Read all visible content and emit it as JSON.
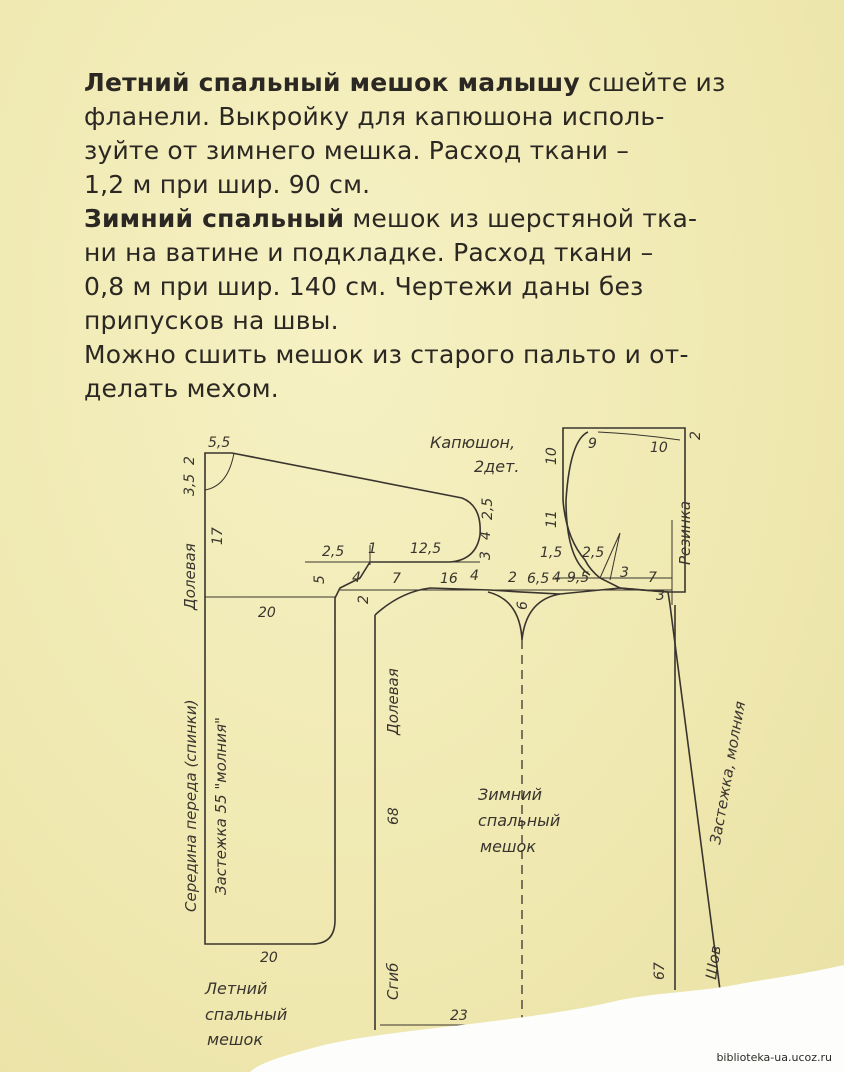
{
  "text": {
    "p1_lead": "Летний спальный мешок малышу",
    "p1_rest": " сшейте из\nфланели. Выкройку для капюшона исполь-\nзуйте от зимнего мешка. Расход ткани –\n1,2 м при шир. 90 см.",
    "p2_lead": "Зимний спальный",
    "p2_rest": " мешок из шерстяной тка-\nни на ватине и подкладке. Расход ткани –\n0,8 м при шир. 140 см. Чертежи даны без\nприпусков на швы.",
    "p3": "Можно сшить мешок из старого пальто и от-\nделать мехом."
  },
  "figure": {
    "hood_title_1": "Капюшон,",
    "hood_title_2": "2дет.",
    "winter_title_1": "Зимний",
    "winter_title_2": "спальный",
    "winter_title_3": "мешок",
    "summer_title_1": "Летний",
    "summer_title_2": "спальный",
    "summer_title_3": "мешок",
    "vert_dolevaya_left": "Долевая",
    "vert_seredina": "Середина переда (спинки)",
    "vert_zastezhka_55": "Застежка 55 \"молния\"",
    "vert_dolevaya_mid": "Долевая",
    "vert_sgib": "Сгиб",
    "vert_rezinka": "Резинка",
    "vert_zastezhka_molnia": "Застежка, молния",
    "vert_shov": "Шов",
    "n_5_5": "5,5",
    "n_3_5": "3,5",
    "n_2_top": "2",
    "n_17": "17",
    "n_20_mid": "20",
    "n_20_bottom": "20",
    "n_2_5_a": "2,5",
    "n_1": "1",
    "n_12_5": "12,5",
    "n_3_a": "3",
    "n_4_a": "4",
    "n_2_5_b": "2,5",
    "n_5": "5",
    "n_4_b": "4",
    "n_7_a": "7",
    "n_16": "16",
    "n_4_c": "4",
    "n_2_b": "2",
    "n_2_c": "2",
    "n_6_5": "6,5",
    "n_4_d": "4",
    "n_9_5": "9,5",
    "n_3_b": "3",
    "n_7_b": "7",
    "n_3_c": "3",
    "n_1_5": "1,5",
    "n_2_5_c": "2,5",
    "n_10_a": "10",
    "n_9": "9",
    "n_10_b": "10",
    "n_2_d": "2",
    "n_11": "11",
    "n_6": "6",
    "n_68": "68",
    "n_67": "67",
    "n_23": "23"
  },
  "watermark": "biblioteka-ua.ucoz.ru"
}
